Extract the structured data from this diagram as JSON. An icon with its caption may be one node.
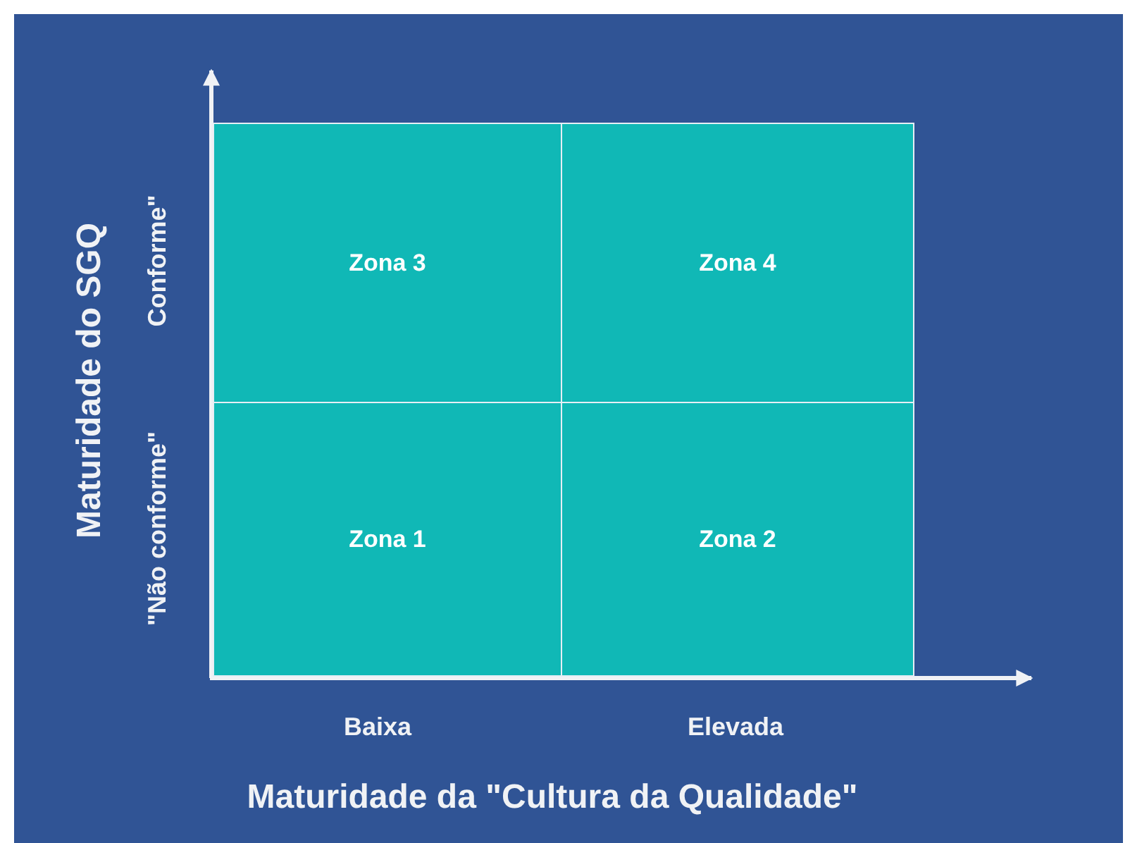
{
  "diagram": {
    "nodes": [
      {
        "text": [
          "Zona 3"
        ]
      },
      {
        "text": [
          "Zona 4"
        ]
      },
      {
        "text": [
          "Zona 1"
        ]
      },
      {
        "text": [
          "Zona 2"
        ]
      }
    ],
    "labels": [
      "Maturidade do SGQ",
      "Conforme\"",
      "\"Não conforme\"",
      "Baixa",
      "Elevada",
      "Maturidade da \"Cultura da Qualidade\""
    ]
  }
}
